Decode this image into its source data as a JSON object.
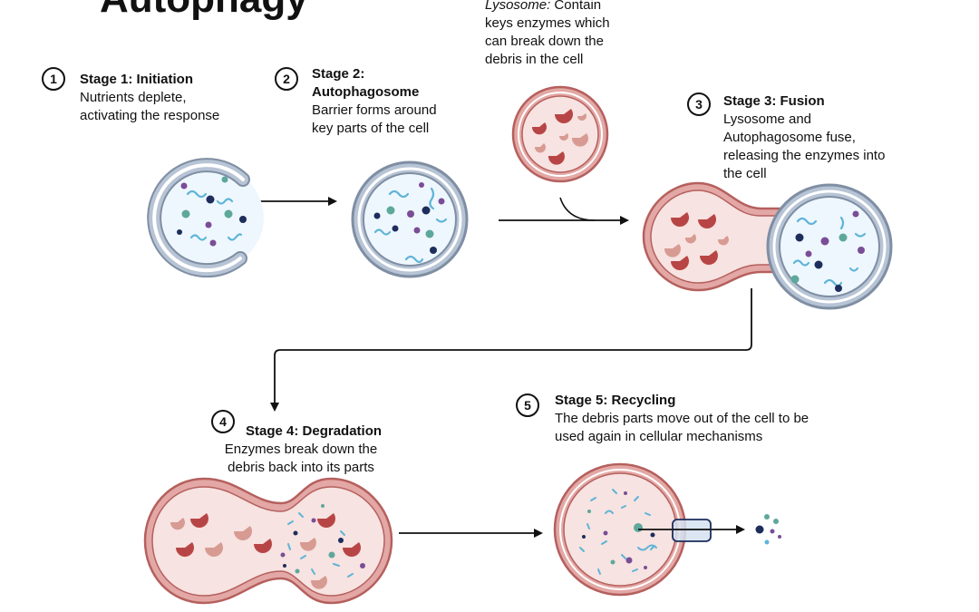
{
  "title": "Autophagy",
  "lysosome_note": {
    "term": "Lysosome:",
    "rest": " Contain",
    "lines": [
      "keys enzymes which",
      "can break down the",
      "debris in the cell"
    ]
  },
  "stages": [
    {
      "number": "1",
      "heading": "Stage 1: Initiation",
      "lines": [
        "Nutrients deplete,",
        "activating the response"
      ]
    },
    {
      "number": "2",
      "heading": "Stage 2:",
      "heading2": "Autophagosome",
      "lines": [
        "Barrier forms around",
        "key parts of the cell"
      ]
    },
    {
      "number": "3",
      "heading": "Stage 3: Fusion",
      "lines": [
        "Lysosome and",
        "Autophagosome fuse,",
        "releasing the enzymes into",
        "the cell"
      ]
    },
    {
      "number": "4",
      "heading": "Stage 4: Degradation",
      "lines": [
        "Enzymes break down the",
        "debris back into its parts"
      ]
    },
    {
      "number": "5",
      "heading": "Stage 5: Recycling",
      "lines": [
        "The debris parts move out of the cell to be",
        "used again in cellular mechanisms"
      ]
    }
  ],
  "colors": {
    "membrane_blue": "#a9b8cb",
    "membrane_blue_dark": "#7f8ea3",
    "lumen_blue": "#eef7fd",
    "membrane_red": "#d99593",
    "membrane_red_dark": "#b5605e",
    "lumen_pink": "#f7e3e1",
    "enzyme": "#b84545",
    "enzyme_light": "#d79b93",
    "debris_navy": "#1d2d5c",
    "debris_teal": "#5ea79b",
    "debris_purple": "#7a4d96",
    "debris_cyan": "#5fb4d8"
  }
}
